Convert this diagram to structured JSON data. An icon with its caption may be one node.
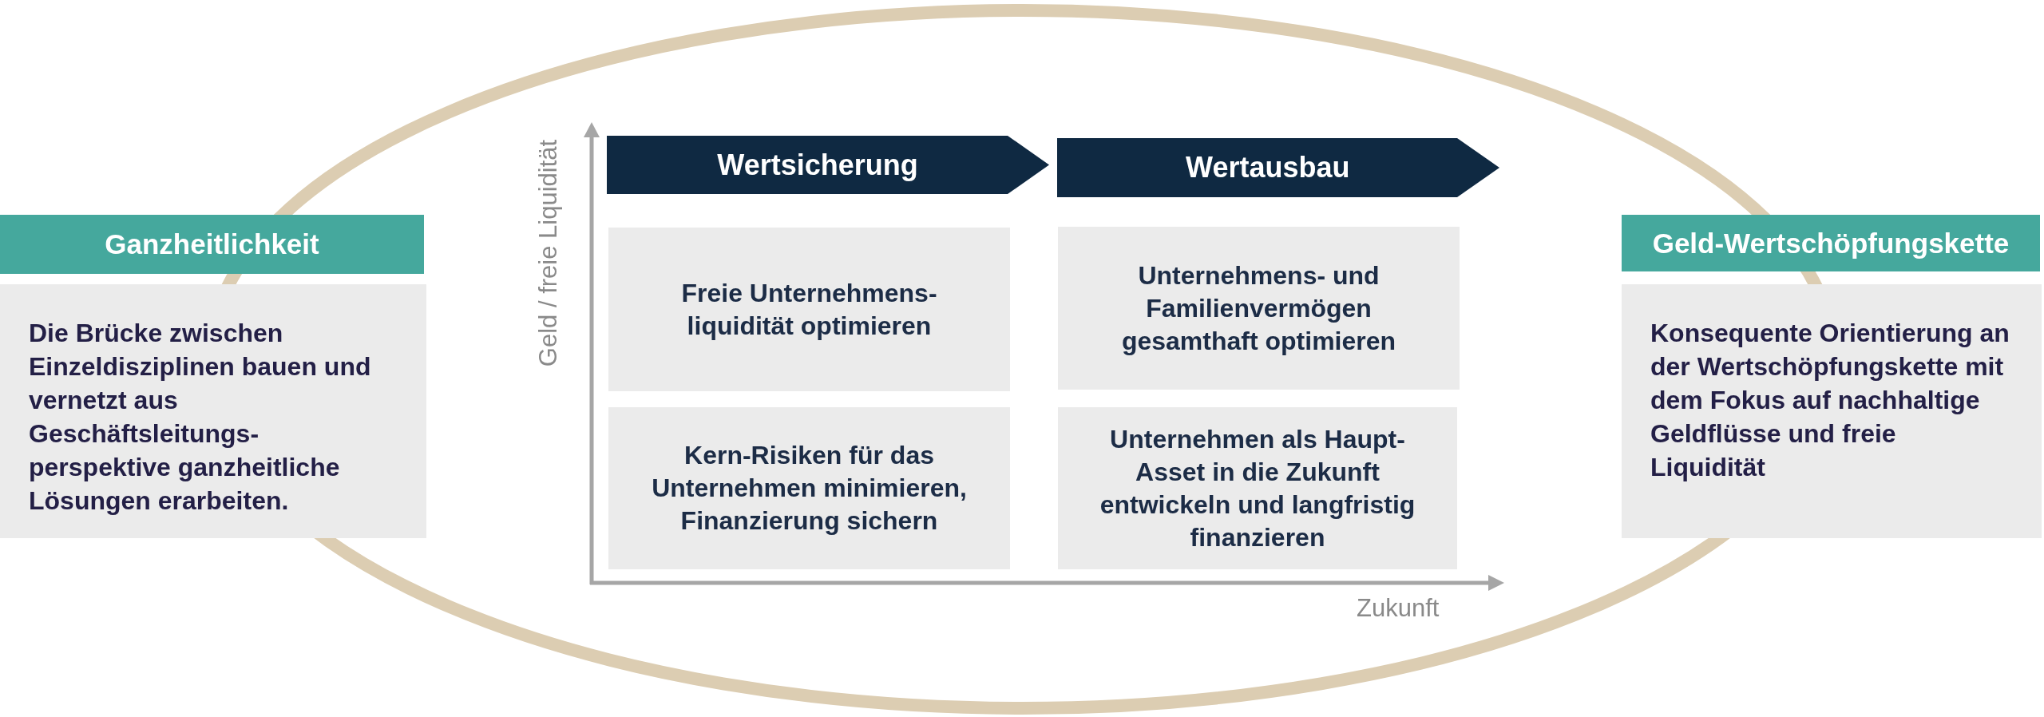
{
  "diagram": {
    "nodes": [
      {
        "text": [
          "Ganzheitlichkeit"
        ]
      },
      {
        "text": [
          "Die Brücke zwischen Einzeldisziplinen bauen und vernetzt aus Geschäftsleitungs- perspektive ganzheitliche Lösungen erarbeiten."
        ]
      },
      {
        "text": [
          "Wertsicherung"
        ]
      },
      {
        "text": [
          "Wertausbau"
        ]
      },
      {
        "text": [
          "Freie Unternehmens- liquidität optimieren"
        ]
      },
      {
        "text": [
          "Unternehmens- und Familienvermögen gesamthaft optimieren"
        ]
      },
      {
        "text": [
          "Kern-Risiken für das Unternehmen minimieren, Finanzierung sichern"
        ]
      },
      {
        "text": [
          "Unternehmen als Haupt- Asset in die Zukunft entwickeln und langfristig finanzieren"
        ]
      },
      {
        "text": [
          "Geld-Wertschöpfungskette"
        ]
      },
      {
        "text": [
          "Konsequente Orientierung an der Wertschöpfungskette mit dem Fokus auf nachhaltige Geldflüsse und freie Liquidität"
        ]
      }
    ],
    "labels": [
      "Geld / freie Liquidität",
      "Zukunft"
    ]
  }
}
